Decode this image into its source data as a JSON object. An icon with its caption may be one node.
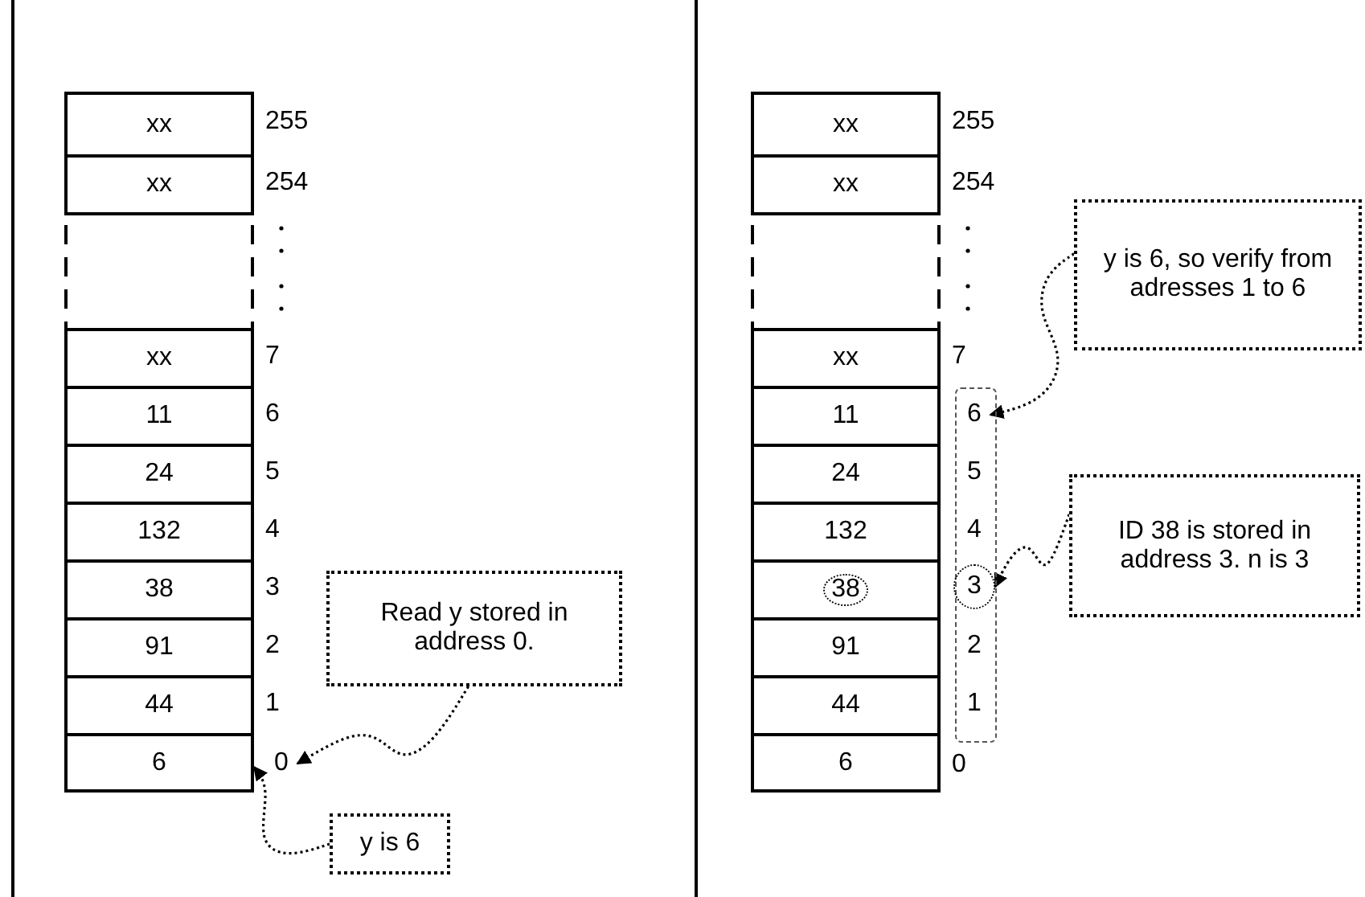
{
  "diagram": {
    "nodes": [
      {
        "text": [
          "xx"
        ]
      },
      {
        "text": [
          "xx"
        ]
      },
      {
        "text": [],
        "shape": "box"
      },
      {
        "text": [
          "xx"
        ]
      },
      {
        "text": [
          "11"
        ]
      },
      {
        "text": [
          "24"
        ]
      },
      {
        "text": [
          "132"
        ]
      },
      {
        "text": [
          "38"
        ]
      },
      {
        "text": [
          "91"
        ]
      },
      {
        "text": [
          "44"
        ]
      },
      {
        "text": [
          "6"
        ]
      },
      {
        "text": [
          "Read y stored in address 0."
        ]
      },
      {
        "text": [
          "0"
        ]
      },
      {
        "text": [
          "y is 6"
        ]
      },
      {
        "text": [
          "xx"
        ]
      },
      {
        "text": [
          "xx"
        ]
      },
      {
        "text": [],
        "shape": "box"
      },
      {
        "text": [
          "xx"
        ]
      },
      {
        "text": [
          "11"
        ]
      },
      {
        "text": [
          "24"
        ]
      },
      {
        "text": [
          "132"
        ]
      },
      {
        "text": [
          "38"
        ]
      },
      {
        "text": [
          "91"
        ]
      },
      {
        "text": [
          "44"
        ]
      },
      {
        "text": [
          "6"
        ]
      },
      {
        "text": [],
        "shape": "box"
      },
      {
        "text": [
          "6"
        ],
        "in": 25
      },
      {
        "text": [
          "5"
        ],
        "in": 25
      },
      {
        "text": [
          "4"
        ],
        "in": 25
      },
      {
        "text": [
          "3"
        ],
        "in": 25
      },
      {
        "text": [
          "2"
        ],
        "in": 25
      },
      {
        "text": [
          "1"
        ],
        "in": 25
      },
      {
        "text": [
          "y is 6, so verify from adresses 1 to 6"
        ]
      },
      {
        "text": [
          "ID 38 is stored in address 3. n is 3"
        ]
      }
    ],
    "edges": [
      {
        "from": 11,
        "to": 12,
        "arrow": "to"
      },
      {
        "from": 13,
        "to": 10,
        "arrow": "to"
      },
      {
        "from": 32,
        "to": 26,
        "arrow": "to"
      },
      {
        "from": 33,
        "to": 29,
        "arrow": "to"
      }
    ],
    "labels": [
      "255",
      "254",
      "7",
      "6",
      "5",
      "4",
      "3",
      "2",
      "1",
      "255",
      "254",
      "7",
      "0"
    ]
  }
}
